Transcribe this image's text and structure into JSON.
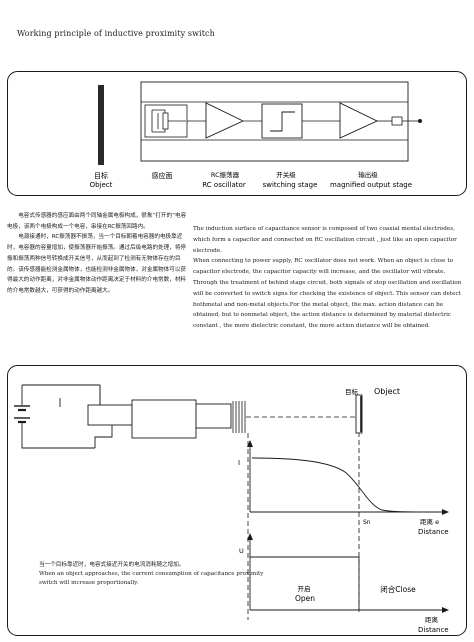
{
  "page_title": "Working principle of inductive proximity switch",
  "block_diagram": {
    "target_cn": "目标",
    "target_en": "Object",
    "sensing_surface_cn": "感应面",
    "rc_oscillator_cn": "RC振荡器",
    "rc_oscillator_en": "RC oscillator",
    "switching_stage_cn": "开关级",
    "switching_stage_en": "switching stage",
    "output_stage_cn": "输出级",
    "output_stage_en": "magnified output stage"
  },
  "description_cn": [
    "电容式传感器的感应面由两个同轴金属电极构成，很象“打开的”电容电极，该两个电极构成一个电容，串接在RC振荡回路内。",
    "电源接通时，RC振荡器不振荡，当一个目标朝着电容器的电极靠近时，电容器的容量增加，使振荡器开始振荡。通过后级电路的处理，将停振和振荡两种信号转换成开关信号，从而起到了检测有无物体存在的目的。该传感器能检测金属物体，也能检测非金属物体，对金属物体可以获得最大的动作距离，对非金属物体动作距离决定于材料的介电常数，材料的介电常数越大，可获得的动作距离越大。"
  ],
  "description_en": [
    "The induction surface of capacitance sensor is composed of two coaxial mental electrodes, which form a capacitor and connected on RC oscillation circuit , just like an open capacitor electrode.",
    "When connecting to power supply, RC oscillator does not work. When an object is close to capacitor electrode, the capacitor capacity will increase, and the oscillator will vibrate. Through the treatment of behind stage circuit, both signals of stop oscillation and oscillation will be converted to switch signs for checking the existence of object. This sensor can detect bothmetal and non-metal objects.For the metal object, the max. action distance can be obtained, but to nonmetal object, the action distance is determined by material dielectric constant , the more dielectric constant, the more action distance will be obtained."
  ],
  "response_diagram": {
    "target_cn": "目标",
    "target_en": "Object",
    "current_label": "I",
    "sn_label": "Sn",
    "distance_cn_1": "距离 e",
    "distance_en_1": "Distance",
    "voltage_label": "U",
    "open_cn": "开启",
    "open_en": "Open",
    "close_label": "闭合Close",
    "distance_cn_2": "距离",
    "distance_en_2": "Distance"
  },
  "caption_cn": "当一个目标靠近时，电容式接近开关的电流消耗随之增加。",
  "caption_en": "When an object approaches, the current consumption of capacitance proximity switch will increase proportionally."
}
